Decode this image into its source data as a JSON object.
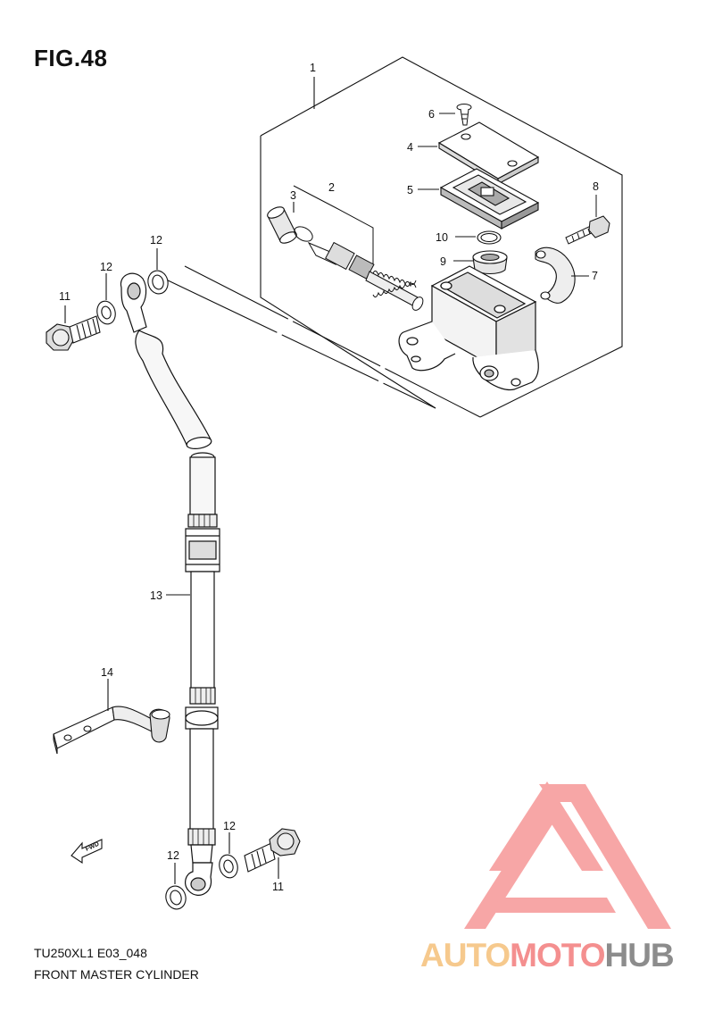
{
  "figure": {
    "title": "FIG.48",
    "code": "TU250XL1 E03_048",
    "name": "FRONT MASTER CYLINDER"
  },
  "callouts": {
    "c1": "1",
    "c2": "2",
    "c3": "3",
    "c4": "4",
    "c5": "5",
    "c6": "6",
    "c7": "7",
    "c8": "8",
    "c9": "9",
    "c10": "10",
    "c11a": "11",
    "c11b": "11",
    "c12a": "12",
    "c12b": "12",
    "c12c": "12",
    "c12d": "12",
    "c13": "13",
    "c14": "14"
  },
  "fwd_label": "FWD",
  "watermark": {
    "part1": "AUTO",
    "part2": "MOTO",
    "part3": "HUB",
    "colors": {
      "part1": "#f6c98d",
      "part2": "#f48f8f",
      "part3": "#8c8c8c",
      "logo": "#f7a2a2"
    }
  }
}
